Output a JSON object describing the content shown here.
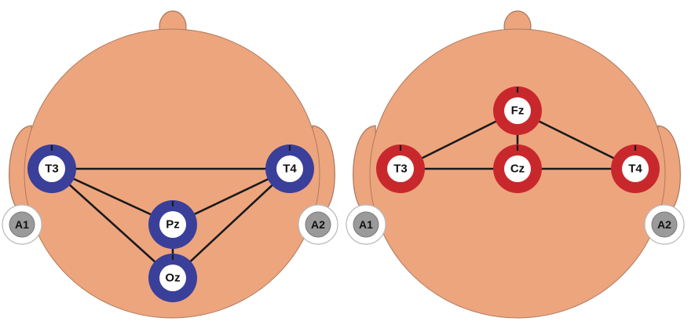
{
  "left_head": {
    "electrodes": {
      "T3": "T3",
      "T4": "T4",
      "Pz": "Pz",
      "Oz": "Oz"
    },
    "references": {
      "A1": "A1",
      "A2": "A2"
    },
    "ring_color": "#3a3f9a"
  },
  "right_head": {
    "electrodes": {
      "Fz": "Fz",
      "T3": "T3",
      "Cz": "Cz",
      "T4": "T4"
    },
    "references": {
      "A1": "A1",
      "A2": "A2"
    },
    "ring_color": "#c8282c"
  },
  "colors": {
    "skin": "#eda57e",
    "connection": "#1a1a1a",
    "reference_fill": "#9a9a9a"
  }
}
